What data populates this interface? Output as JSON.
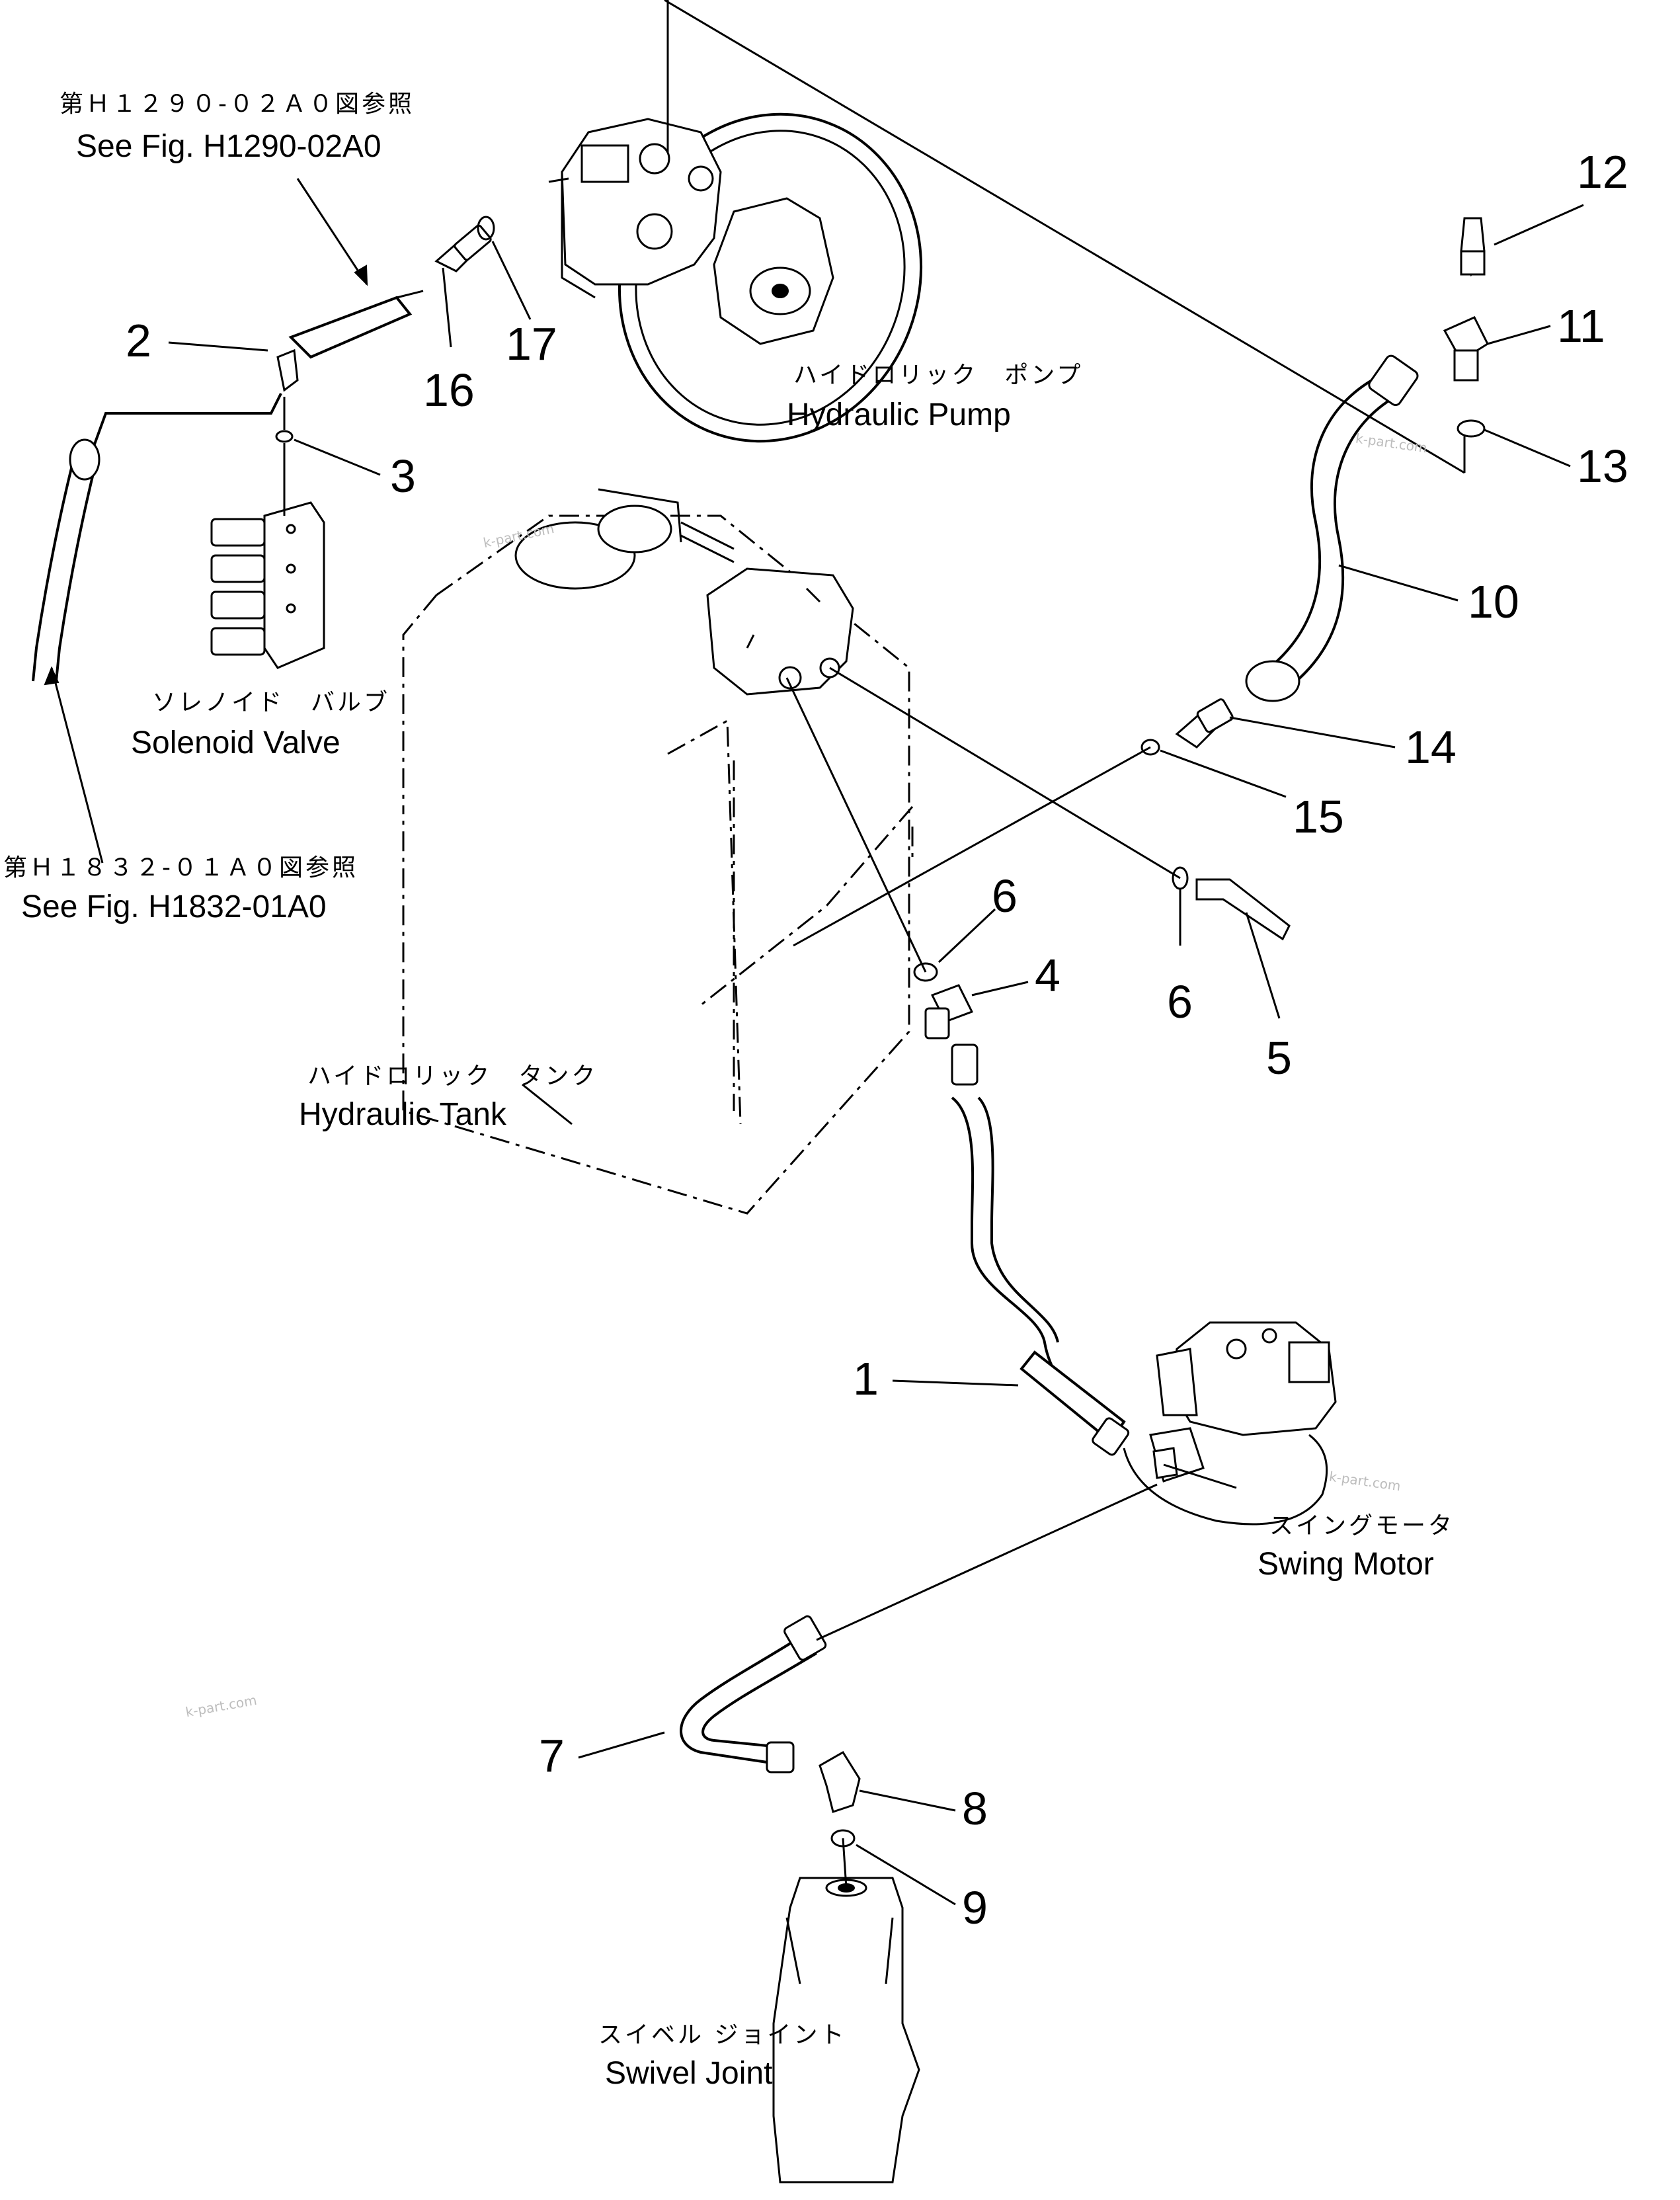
{
  "references": {
    "upper_jp": "第Ｈ１２９０-０２Ａ０図参照",
    "upper_en": "See Fig. H1290-02A0",
    "lower_jp": "第Ｈ１８３２-０１Ａ０図参照",
    "lower_en": "See Fig. H1832-01A0"
  },
  "components": {
    "pump_jp": "ハイドロリック　ポンプ",
    "pump_en": "Hydraulic Pump",
    "solenoid_jp": "ソレノイド　バルブ",
    "solenoid_en": "Solenoid Valve",
    "tank_jp": "ハイドロリック　タンク",
    "tank_en": "Hydraulic Tank",
    "swing_jp": "スイングモータ",
    "swing_en": "Swing Motor",
    "swivel_jp": "スイベル ジョイント",
    "swivel_en": "Swivel Joint"
  },
  "part_numbers": {
    "p1": "1",
    "p2": "2",
    "p3": "3",
    "p4": "4",
    "p5": "5",
    "p6a": "6",
    "p6b": "6",
    "p7": "7",
    "p8": "8",
    "p9": "9",
    "p10": "10",
    "p11": "11",
    "p12": "12",
    "p13": "13",
    "p14": "14",
    "p15": "15",
    "p16": "16",
    "p17": "17"
  },
  "watermarks": {
    "w1": "k-part.com",
    "w2": "k-part.com",
    "w3": "k-part.com",
    "w4": "k-part.com"
  }
}
